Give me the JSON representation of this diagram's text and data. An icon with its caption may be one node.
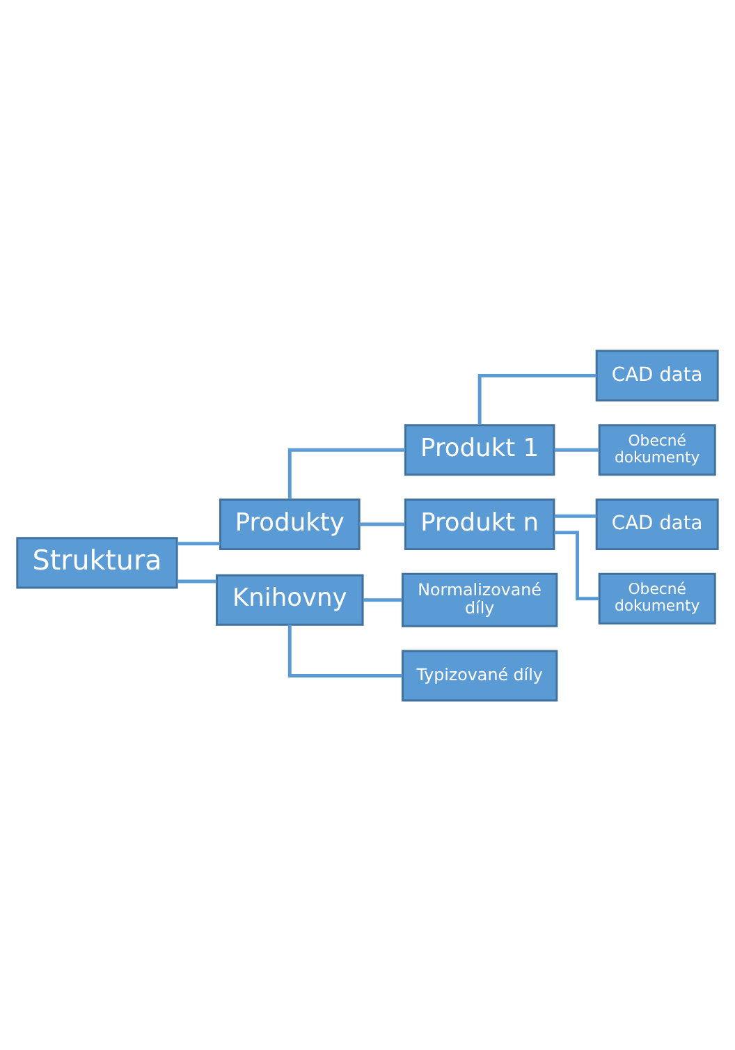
{
  "diagram": {
    "nodes": [
      {
        "text": [
          "Struktura"
        ]
      },
      {
        "text": [
          "Produkty"
        ]
      },
      {
        "text": [
          "Produkt 1"
        ]
      },
      {
        "text": [
          "CAD data"
        ]
      },
      {
        "text": [
          "Obecné dokumenty"
        ]
      },
      {
        "text": [
          "Produkt n"
        ]
      },
      {
        "text": [
          "CAD data"
        ]
      },
      {
        "text": [
          "Obecné dokumenty"
        ]
      },
      {
        "text": [
          "Knihovny"
        ]
      },
      {
        "text": [
          "Normalizované díly"
        ]
      },
      {
        "text": [
          "Typizované díly"
        ]
      }
    ],
    "edges": [
      {
        "from": 0,
        "to": 1,
        "arrow": "none"
      },
      {
        "from": 0,
        "to": 8,
        "arrow": "none"
      },
      {
        "from": 1,
        "to": 2,
        "arrow": "none"
      },
      {
        "from": 1,
        "to": 5,
        "arrow": "none"
      },
      {
        "from": 2,
        "to": 3,
        "arrow": "none"
      },
      {
        "from": 2,
        "to": 4,
        "arrow": "none"
      },
      {
        "from": 5,
        "to": 6,
        "arrow": "none"
      },
      {
        "from": 5,
        "to": 7,
        "arrow": "none"
      },
      {
        "from": 8,
        "to": 9,
        "arrow": "none"
      },
      {
        "from": 8,
        "to": 10,
        "arrow": "none"
      }
    ]
  }
}
